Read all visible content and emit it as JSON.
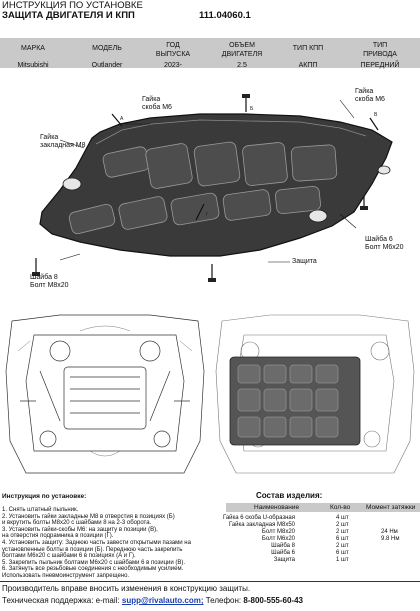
{
  "header": {
    "title_line1": "ИНСТРУКЦИЯ ПО УСТАНОВКЕ",
    "title_line2": "ЗАЩИТА ДВИГАТЕЛЯ И КПП",
    "part_number": "111.04060.1"
  },
  "spec": {
    "headers": [
      {
        "line1": "МАРКА",
        "line2": ""
      },
      {
        "line1": "МОДЕЛЬ",
        "line2": ""
      },
      {
        "line1": "ГОД",
        "line2": "ВЫПУСКА"
      },
      {
        "line1": "ОБЪЕМ",
        "line2": "ДВИГАТЕЛЯ"
      },
      {
        "line1": "ТИП КПП",
        "line2": ""
      },
      {
        "line1": "ТИП",
        "line2": "ПРИВОДА"
      }
    ],
    "values": [
      "Mitsubishi",
      "Outlander",
      "2023-",
      "2.5",
      "АКПП",
      "ПЕРЕДНИЙ"
    ]
  },
  "callouts": {
    "nut_bracket_left": {
      "line1": "Гайка",
      "line2": "скоба М6"
    },
    "nut_bracket_right": {
      "line1": "Гайка",
      "line2": "скоба М6"
    },
    "nut_embedded": {
      "line1": "Гайка",
      "line2": "закладная М8"
    },
    "washer6_bolt": {
      "line1": "Шайба 6",
      "line2": "Болт М6х20"
    },
    "washer8_bolt": {
      "line1": "Шайба 8",
      "line2": "Болт М8х20"
    },
    "guard": "Защита",
    "letters": [
      "А",
      "Б",
      "В",
      "Г"
    ]
  },
  "instructions": {
    "title": "Инструкция по установке:",
    "steps": [
      "1. Снять штатный пыльник.",
      "2. Установить гайки закладные М8 в отверстия в позициях (Б)",
      "   и вкрутить болты М8х20 с шайбами 8 на 2-3 оборота.",
      "3. Установить гайки-скобы М6: на защиту в позиции (В),",
      "   на отверстия подрамника в позиции (Г).",
      "4. Установить защиту: Заднюю часть завести открытыми пазами на",
      "   установленные болты в позиции (Б). Переднюю часть закрепить",
      "   болтами М6х20 с шайбами 6 в позициях (А и Г).",
      "5. Закрепить пыльник болтами М6х20 с шайбами 6 в позиции (В).",
      "6. Затянуть все резьбовые соединения с необходимым усилием.",
      "   Использовать пневмоинструмент запрещено."
    ]
  },
  "composition": {
    "title": "Состав изделия:",
    "headers": {
      "name": "Наименование",
      "qty": "Кол-во",
      "torque": "Момент затяжки"
    },
    "rows": [
      {
        "name": "Гайка 6 скоба U-образная",
        "qty": "4 шт",
        "torque": ""
      },
      {
        "name": "Гайка закладная М8х50",
        "qty": "2 шт",
        "torque": ""
      },
      {
        "name": "Болт М8х20",
        "qty": "2 шт",
        "torque": "24 Нм"
      },
      {
        "name": "Болт М6х20",
        "qty": "6 шт",
        "torque": "9.8 Нм"
      },
      {
        "name": "Шайба 8",
        "qty": "2 шт",
        "torque": ""
      },
      {
        "name": "Шайба 6",
        "qty": "6 шт",
        "torque": ""
      },
      {
        "name": "Защита",
        "qty": "1 шт",
        "torque": ""
      }
    ]
  },
  "footer": {
    "line1": "Производитель вправе вносить изменения в конструкцию защиты.",
    "support_label": "Техническая поддержка:  e-mail:",
    "email": "supp@rivalauto.com;",
    "phone_label": "Телефон:",
    "phone": "8-800-555-60-43"
  },
  "colors": {
    "band": "#c9c9c9",
    "guard_fill": "#3a3a3a",
    "guard_stroke": "#111111",
    "email": "#1a3fb0"
  }
}
